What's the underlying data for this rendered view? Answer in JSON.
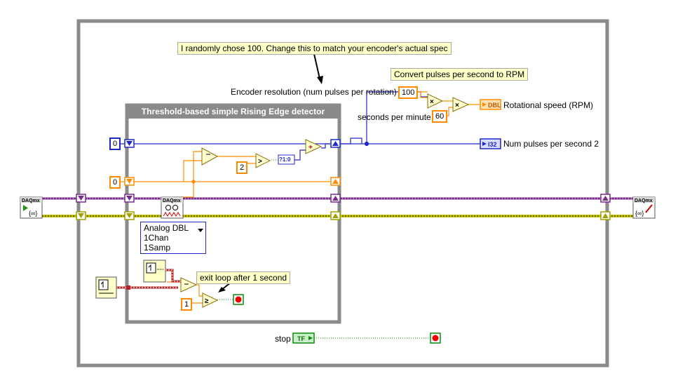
{
  "labels": {
    "encoder_resolution": "Encoder resolution (num pulses per rotation)",
    "seconds_per_minute": "seconds per minute",
    "rotational_speed": "Rotational speed (RPM)",
    "num_pulses_per_second": "Num pulses per second 2",
    "stop": "stop"
  },
  "notes": {
    "random_choice": "I randomly chose 100. Change this to match your encoder's actual spec",
    "convert_rpm": "Convert pulses per second to RPM",
    "exit_loop": "exit loop after 1 second"
  },
  "structure": {
    "inner_loop_title": "Threshold-based simple Rising Edge detector"
  },
  "constants": {
    "encoder_resolution": "100",
    "seconds_per_minute": "60",
    "zero_int": "0",
    "zero_dbl": "0",
    "threshold": "2",
    "exit_seconds": "1"
  },
  "indicators": {
    "dbl_tag": "DBL",
    "i32_tag": "I32",
    "stop_tag": "TF",
    "bool_to_int": "?1:0"
  },
  "daq": {
    "tag": "DAQmx",
    "read_mode_line1": "Analog DBL",
    "read_mode_line2": "1Chan 1Samp"
  },
  "colors": {
    "frame": "#8a8a8a",
    "wire_orange": "#ff8c00",
    "wire_blue": "#1f28c9",
    "wire_purple": "#7b2a8e",
    "wire_yellow": "#c8c800",
    "wire_red": "#b22222"
  },
  "icons": [
    "daqmx-start-task-icon",
    "daqmx-read-icon",
    "daqmx-clear-task-icon",
    "tick-count-icon",
    "stop-terminal-icon"
  ]
}
